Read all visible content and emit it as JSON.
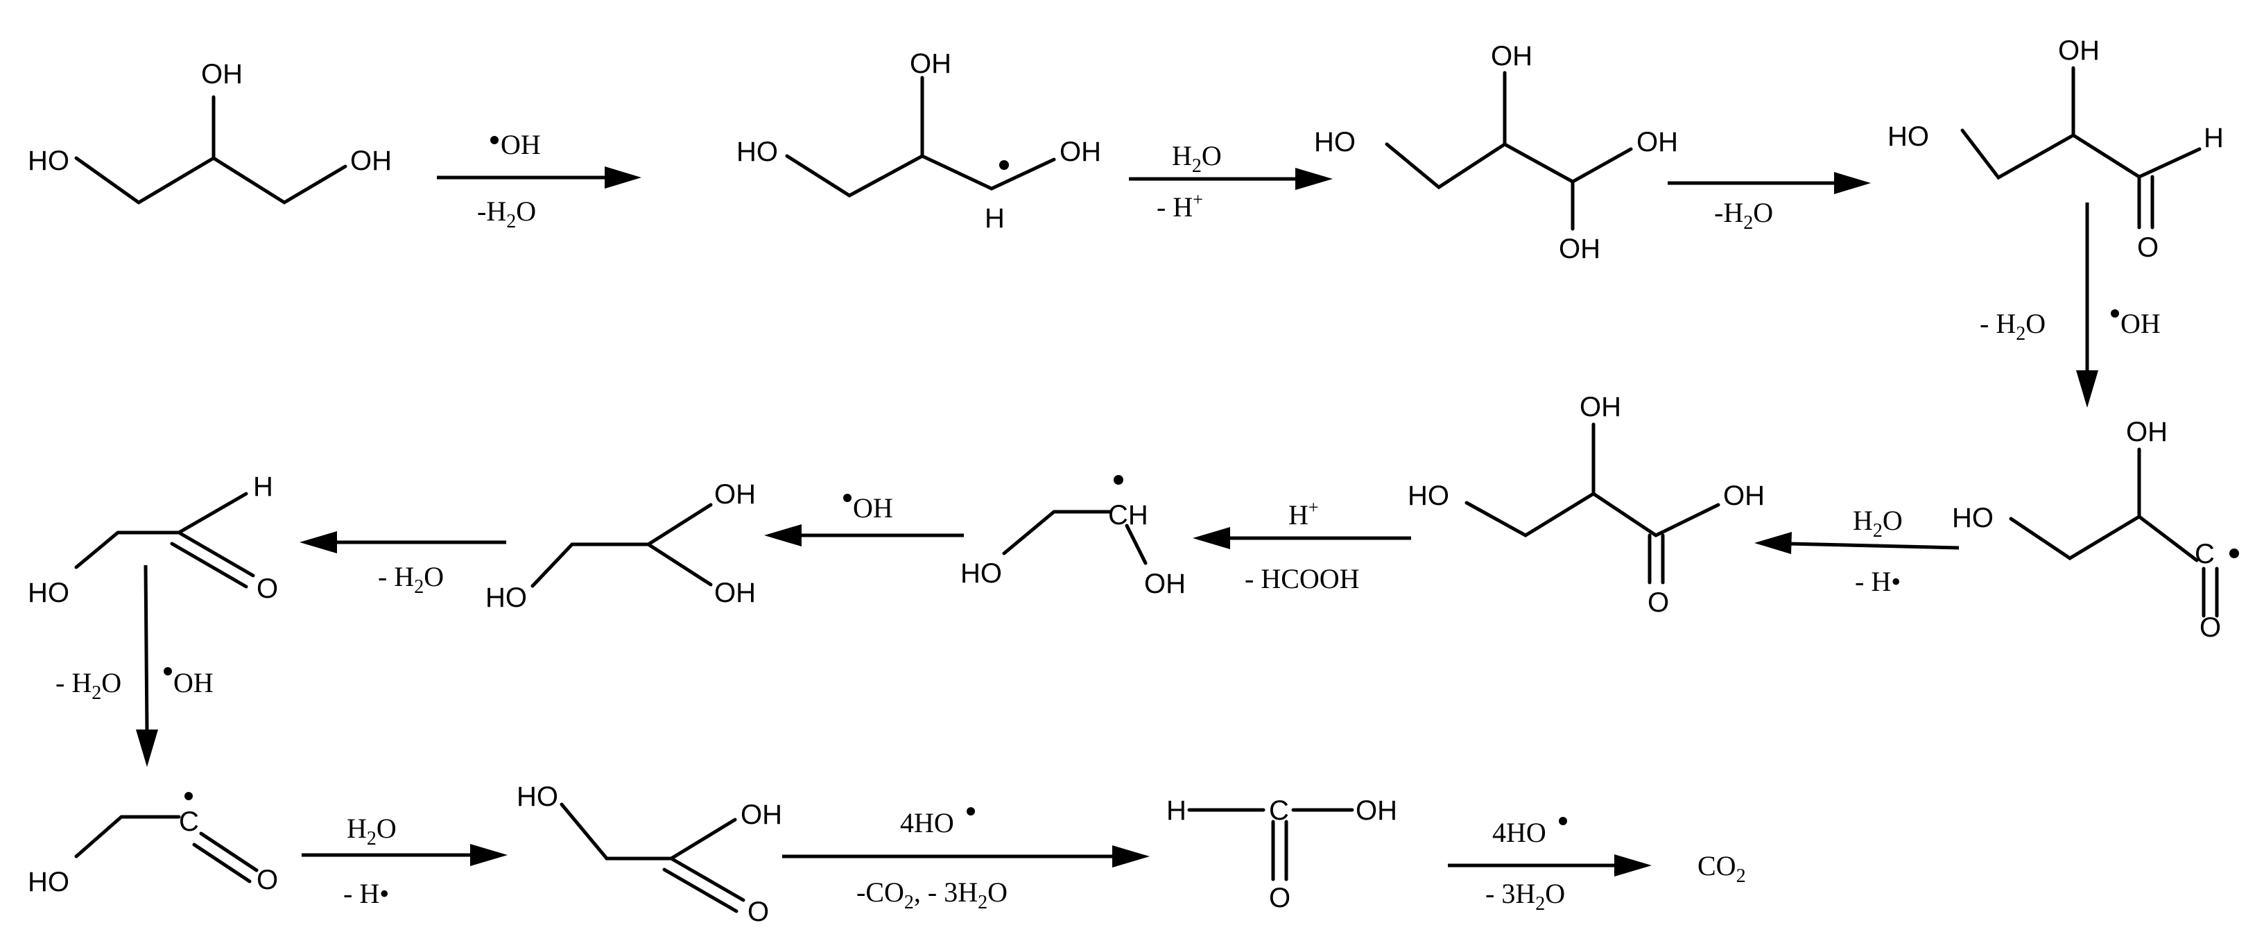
{
  "labels": {
    "oh": "OH",
    "ho": "HO",
    "o": "O",
    "h": "H",
    "c": "C",
    "ch": "CH",
    "co2": "CO",
    "two": "2"
  },
  "conditions": {
    "r1_top": "OH",
    "r1_bottom_a": "-H",
    "r1_bottom_b": "2",
    "r1_bottom_c": "O",
    "r2_top_a": "H",
    "r2_top_b": "2",
    "r2_top_c": "O",
    "r2_bottom_a": "- H",
    "r2_bottom_b": "+",
    "r3_bottom_a": "-H",
    "r3_bottom_b": "2",
    "r3_bottom_c": "O",
    "r4_left_a": "- H",
    "r4_left_b": "2",
    "r4_left_c": "O",
    "r4_right": "OH",
    "r5_top_a": "H",
    "r5_top_b": "2",
    "r5_top_c": "O",
    "r5_bottom": "- H•",
    "r6_top_a": "H",
    "r6_top_b": "+",
    "r6_bottom": "- HCOOH",
    "r7_top": "OH",
    "r8_bottom_a": "- H",
    "r8_bottom_b": "2",
    "r8_bottom_c": "O",
    "r9_left_a": "- H",
    "r9_left_b": "2",
    "r9_left_c": "O",
    "r9_right": "OH",
    "r10_top_a": "H",
    "r10_top_b": "2",
    "r10_top_c": "O",
    "r10_bottom": "- H•",
    "r11_top": "4HO",
    "r11_bottom_a": "-CO",
    "r11_bottom_b": "2",
    "r11_bottom_c": ", - 3H",
    "r11_bottom_d": "2",
    "r11_bottom_e": "O",
    "r12_top": "4HO",
    "r12_bottom_a": "- 3H",
    "r12_bottom_b": "2",
    "r12_bottom_c": "O"
  }
}
